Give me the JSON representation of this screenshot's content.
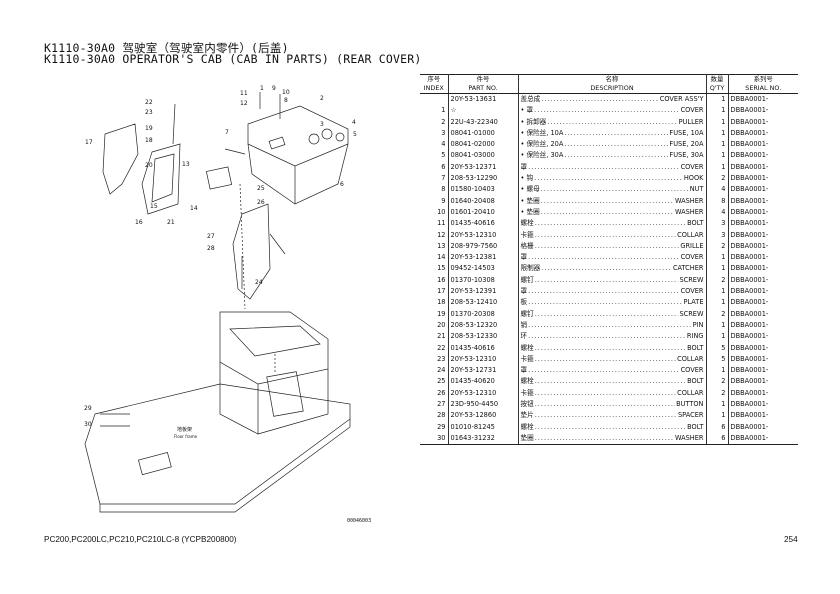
{
  "title_cn": "K1110-30A0 驾驶室（驾驶室内零件）(后盖)",
  "title_en": "K1110-30A0 OPERATOR'S CAB (CAB IN PARTS) (REAR COVER)",
  "table": {
    "headers_cn": [
      "序号",
      "件号",
      "名称",
      "数量",
      "系列号"
    ],
    "headers_en": [
      "INDEX",
      "PART NO.",
      "DESCRIPTION",
      "Q'TY",
      "SERIAL NO."
    ],
    "rows": [
      {
        "index": "",
        "part": "20Y-53-13631",
        "cn": "盖总成",
        "en": "COVER ASS'Y",
        "qty": "1",
        "serial": "DBBA0001-"
      },
      {
        "index": "1",
        "part": "☆",
        "cn": "• 罩",
        "en": "COVER",
        "qty": "1",
        "serial": "DBBA0001-"
      },
      {
        "index": "2",
        "part": "22U-43-22340",
        "cn": "• 拆卸器",
        "en": "PULLER",
        "qty": "1",
        "serial": "DBBA0001-"
      },
      {
        "index": "3",
        "part": "08041-01000",
        "cn": "• 保险丝, 10A",
        "en": "FUSE, 10A",
        "qty": "1",
        "serial": "DBBA0001-"
      },
      {
        "index": "4",
        "part": "08041-02000",
        "cn": "• 保险丝, 20A",
        "en": "FUSE, 20A",
        "qty": "1",
        "serial": "DBBA0001-"
      },
      {
        "index": "5",
        "part": "08041-03000",
        "cn": "• 保险丝, 30A",
        "en": "FUSE, 30A",
        "qty": "1",
        "serial": "DBBA0001-"
      },
      {
        "index": "6",
        "part": "20Y-53-12371",
        "cn": "罩",
        "en": "COVER",
        "qty": "1",
        "serial": "DBBA0001-"
      },
      {
        "index": "7",
        "part": "208-53-12290",
        "cn": "• 钩",
        "en": "HOOK",
        "qty": "2",
        "serial": "DBBA0001-"
      },
      {
        "index": "8",
        "part": "01580-10403",
        "cn": "• 螺母",
        "en": "NUT",
        "qty": "4",
        "serial": "DBBA0001-"
      },
      {
        "index": "9",
        "part": "01640-20408",
        "cn": "• 垫圈",
        "en": "WASHER",
        "qty": "8",
        "serial": "DBBA0001-"
      },
      {
        "index": "10",
        "part": "01601-20410",
        "cn": "• 垫圈",
        "en": "WASHER",
        "qty": "4",
        "serial": "DBBA0001-"
      },
      {
        "index": "11",
        "part": "01435-40616",
        "cn": "螺栓",
        "en": "BOLT",
        "qty": "3",
        "serial": "DBBA0001-"
      },
      {
        "index": "12",
        "part": "20Y-53-12310",
        "cn": "卡箍",
        "en": "COLLAR",
        "qty": "3",
        "serial": "DBBA0001-"
      },
      {
        "index": "13",
        "part": "208-979-7560",
        "cn": "格栅",
        "en": "GRILLE",
        "qty": "2",
        "serial": "DBBA0001-"
      },
      {
        "index": "14",
        "part": "20Y-53-12381",
        "cn": "罩",
        "en": "COVER",
        "qty": "1",
        "serial": "DBBA0001-"
      },
      {
        "index": "15",
        "part": "09452-14503",
        "cn": "限制器",
        "en": "CATCHER",
        "qty": "1",
        "serial": "DBBA0001-"
      },
      {
        "index": "16",
        "part": "01370-10308",
        "cn": "螺钉",
        "en": "SCREW",
        "qty": "2",
        "serial": "DBBA0001-"
      },
      {
        "index": "17",
        "part": "20Y-53-12391",
        "cn": "罩",
        "en": "COVER",
        "qty": "1",
        "serial": "DBBA0001-"
      },
      {
        "index": "18",
        "part": "208-53-12410",
        "cn": "板",
        "en": "PLATE",
        "qty": "1",
        "serial": "DBBA0001-"
      },
      {
        "index": "19",
        "part": "01370-20308",
        "cn": "螺钉",
        "en": "SCREW",
        "qty": "2",
        "serial": "DBBA0001-"
      },
      {
        "index": "20",
        "part": "208-53-12320",
        "cn": "销",
        "en": "PIN",
        "qty": "1",
        "serial": "DBBA0001-"
      },
      {
        "index": "21",
        "part": "208-53-12330",
        "cn": "环",
        "en": "RING",
        "qty": "1",
        "serial": "DBBA0001-"
      },
      {
        "index": "22",
        "part": "01435-40616",
        "cn": "螺栓",
        "en": "BOLT",
        "qty": "5",
        "serial": "DBBA0001-"
      },
      {
        "index": "23",
        "part": "20Y-53-12310",
        "cn": "卡箍",
        "en": "COLLAR",
        "qty": "5",
        "serial": "DBBA0001-"
      },
      {
        "index": "24",
        "part": "20Y-53-12731",
        "cn": "罩",
        "en": "COVER",
        "qty": "1",
        "serial": "DBBA0001-"
      },
      {
        "index": "25",
        "part": "01435-40620",
        "cn": "螺栓",
        "en": "BOLT",
        "qty": "2",
        "serial": "DBBA0001-"
      },
      {
        "index": "26",
        "part": "20Y-53-12310",
        "cn": "卡箍",
        "en": "COLLAR",
        "qty": "2",
        "serial": "DBBA0001-"
      },
      {
        "index": "27",
        "part": "23D-950-4450",
        "cn": "按钮",
        "en": "BUTTON",
        "qty": "1",
        "serial": "DBBA0001-"
      },
      {
        "index": "28",
        "part": "20Y-53-12860",
        "cn": "垫片",
        "en": "SPACER",
        "qty": "1",
        "serial": "DBBA0001-"
      },
      {
        "index": "29",
        "part": "01010-81245",
        "cn": "螺栓",
        "en": "BOLT",
        "qty": "6",
        "serial": "DBBA0001-"
      },
      {
        "index": "30",
        "part": "01643-31232",
        "cn": "垫圈",
        "en": "WASHER",
        "qty": "6",
        "serial": "DBBA0001-"
      }
    ]
  },
  "diagram": {
    "callouts": [
      "1",
      "2",
      "3",
      "4",
      "5",
      "6",
      "7",
      "8",
      "9",
      "10",
      "11",
      "12",
      "13",
      "14",
      "15",
      "16",
      "17",
      "18",
      "19",
      "20",
      "21",
      "22",
      "23",
      "24",
      "25",
      "26",
      "27",
      "28",
      "29",
      "30"
    ],
    "floor_label_cn": "地板架",
    "floor_label_en": "Floor frame",
    "figure_code": "00046003"
  },
  "footer": "PC200,PC200LC,PC210,PC210LC-8 (YCPB200800)",
  "page_number": "254"
}
